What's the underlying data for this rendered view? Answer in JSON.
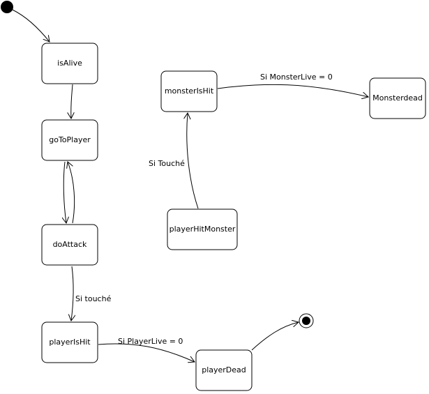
{
  "states": {
    "isAlive": "isAlive",
    "goToPlayer": "goToPlayer",
    "doAttack": "doAttack",
    "playerIsHit": "playerIsHit",
    "playerDead": "playerDead",
    "monsterIsHit": "monsterIsHit",
    "Monsterdead": "Monsterdead",
    "playerHitMonster": "playerHitMonster"
  },
  "transitions": {
    "doAttack_to_playerIsHit": "Si touché",
    "playerIsHit_to_playerDead": "Si PlayerLive = 0",
    "playerHitMonster_to_monsterIsHit": "Si Touché",
    "monsterIsHit_to_Monsterdead": "Si MonsterLive = 0"
  },
  "colors": {
    "stroke": "#000000",
    "fill": "#ffffff"
  }
}
